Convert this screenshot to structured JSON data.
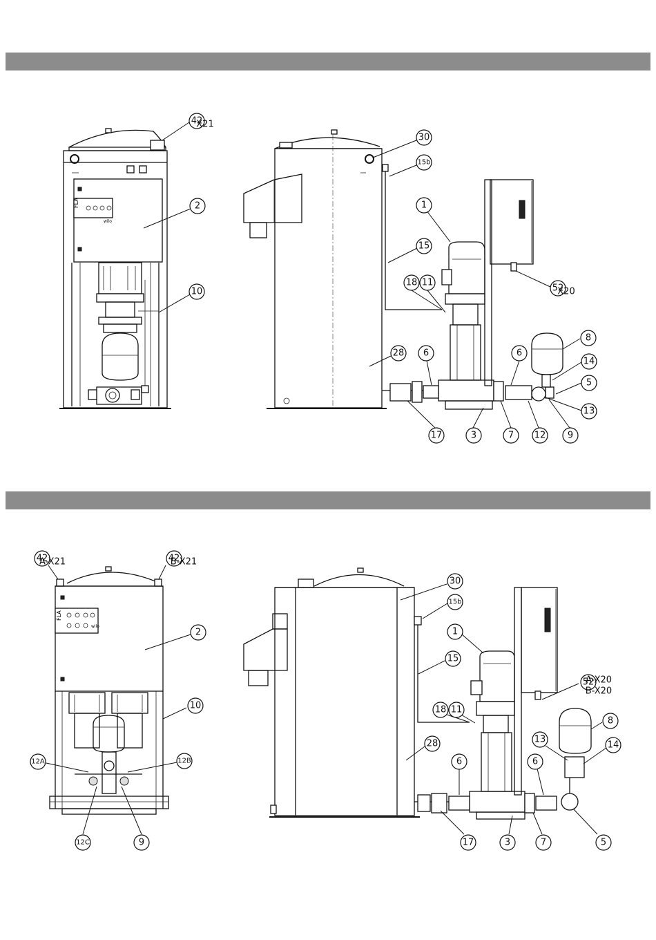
{
  "callouts_section1": [
    {
      "id": "c1-42",
      "label": "42",
      "suffix": "X21"
    },
    {
      "id": "c1-2",
      "label": "2"
    },
    {
      "id": "c1-10",
      "label": "10"
    },
    {
      "id": "c1-30",
      "label": "30"
    },
    {
      "id": "c1-15b",
      "label": "15b"
    },
    {
      "id": "c1-1",
      "label": "1"
    },
    {
      "id": "c1-15",
      "label": "15"
    },
    {
      "id": "c1-18",
      "label": "18"
    },
    {
      "id": "c1-11",
      "label": "11"
    },
    {
      "id": "c1-52",
      "label": "52",
      "suffix": "X20"
    },
    {
      "id": "c1-8",
      "label": "8"
    },
    {
      "id": "c1-28",
      "label": "28"
    },
    {
      "id": "c1-6a",
      "label": "6"
    },
    {
      "id": "c1-6b",
      "label": "6"
    },
    {
      "id": "c1-14",
      "label": "14"
    },
    {
      "id": "c1-5",
      "label": "5"
    },
    {
      "id": "c1-13",
      "label": "13"
    },
    {
      "id": "c1-17",
      "label": "17"
    },
    {
      "id": "c1-3",
      "label": "3"
    },
    {
      "id": "c1-7",
      "label": "7"
    },
    {
      "id": "c1-12",
      "label": "12"
    },
    {
      "id": "c1-9",
      "label": "9"
    }
  ],
  "callouts_section2": [
    {
      "id": "c2-42a",
      "label": "42",
      "suffix": "A-X21"
    },
    {
      "id": "c2-42b",
      "label": "42",
      "suffix": "B-X21"
    },
    {
      "id": "c2-2",
      "label": "2"
    },
    {
      "id": "c2-10",
      "label": "10"
    },
    {
      "id": "c2-12a",
      "label": "12A"
    },
    {
      "id": "c2-12b",
      "label": "12B"
    },
    {
      "id": "c2-12c",
      "label": "12C"
    },
    {
      "id": "c2-9",
      "label": "9"
    },
    {
      "id": "c2-30",
      "label": "30"
    },
    {
      "id": "c2-15b",
      "label": "15b"
    },
    {
      "id": "c2-1",
      "label": "1"
    },
    {
      "id": "c2-15",
      "label": "15"
    },
    {
      "id": "c2-52",
      "label": "52",
      "suffix": "A-X20",
      "suffix2": "B-X20"
    },
    {
      "id": "c2-18",
      "label": "18"
    },
    {
      "id": "c2-11",
      "label": "11"
    },
    {
      "id": "c2-8",
      "label": "8"
    },
    {
      "id": "c2-13",
      "label": "13"
    },
    {
      "id": "c2-14",
      "label": "14"
    },
    {
      "id": "c2-28",
      "label": "28"
    },
    {
      "id": "c2-6a",
      "label": "6"
    },
    {
      "id": "c2-6b",
      "label": "6"
    },
    {
      "id": "c2-17",
      "label": "17"
    },
    {
      "id": "c2-3",
      "label": "3"
    },
    {
      "id": "c2-7",
      "label": "7"
    },
    {
      "id": "c2-5",
      "label": "5"
    }
  ],
  "panel_text": {
    "fla": "FLA",
    "brand": "wilo"
  },
  "colors": {
    "header_bar": "#8c8c8c",
    "line": "#111111"
  }
}
